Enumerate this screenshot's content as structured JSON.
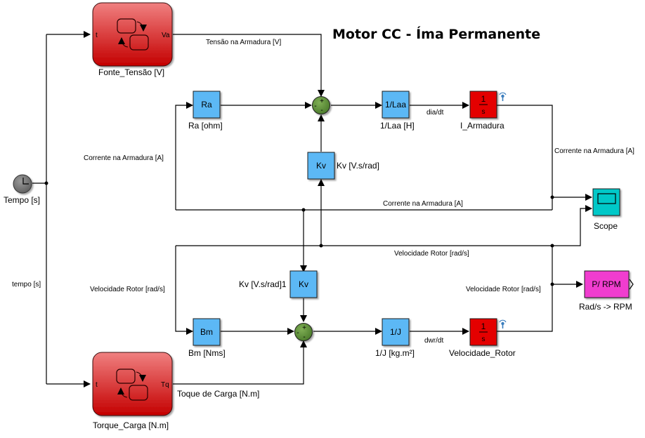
{
  "title": "Motor CC - Íma Permanente",
  "blocks": {
    "fonte_tensao": {
      "label": "Fonte_Tensão [V]",
      "in_port": "t",
      "out_port": "Va"
    },
    "torque_carga": {
      "label": "Torque_Carga [N.m]",
      "in_port": "t",
      "out_port": "Tq"
    },
    "tempo": {
      "label": "Tempo [s]"
    },
    "ra": {
      "text": "Ra",
      "label": "Ra [ohm]"
    },
    "laa": {
      "text": "1/Laa",
      "label": "1/Laa [H]"
    },
    "i_armadura": {
      "num": "1",
      "den": "s",
      "label": "I_Armadura"
    },
    "kv_top": {
      "text": "Kv",
      "label": "Kv [V.s/rad]"
    },
    "kv_bottom": {
      "text": "Kv",
      "label": "Kv [V.s/rad]1"
    },
    "bm": {
      "text": "Bm",
      "label": "Bm [Nms]"
    },
    "j": {
      "text": "1/J",
      "label": "1/J [kg.m²]"
    },
    "velocidade_rotor": {
      "num": "1",
      "den": "s",
      "label": "Velocidade_Rotor"
    },
    "scope": {
      "label": "Scope"
    },
    "rpm": {
      "text": "P/ RPM",
      "label": "Rad/s -> RPM"
    },
    "sum_top": {
      "signs": [
        "+",
        "-",
        "-"
      ]
    },
    "sum_bottom": {
      "signs": [
        "+",
        "-",
        "-"
      ]
    }
  },
  "signals": {
    "tensao_armadura": "Tensão na Armadura [V]",
    "dia_dt": "dia/dt",
    "corrente_right": "Corrente na Armadura [A]",
    "corrente_left": "Corrente na Armadura [A]",
    "corrente_mid": "Corrente na Armadura [A]",
    "velocidade_mid": "Velocidade Rotor [rad/s]",
    "velocidade_left": "Velocidade Rotor [rad/s]",
    "velocidade_right": "Velocidade Rotor [rad/s]",
    "tempo": "tempo [s]",
    "dwr_dt": "dwr/dt",
    "toque_carga": "Toque de Carga [N.m]"
  },
  "colors": {
    "stateflow": "#d51a1a",
    "gain": "#5cb8f5",
    "integrator": "#e40000",
    "sum": "#5d8c3a",
    "scope": "#00c8c8",
    "rpm": "#f03ccf"
  }
}
